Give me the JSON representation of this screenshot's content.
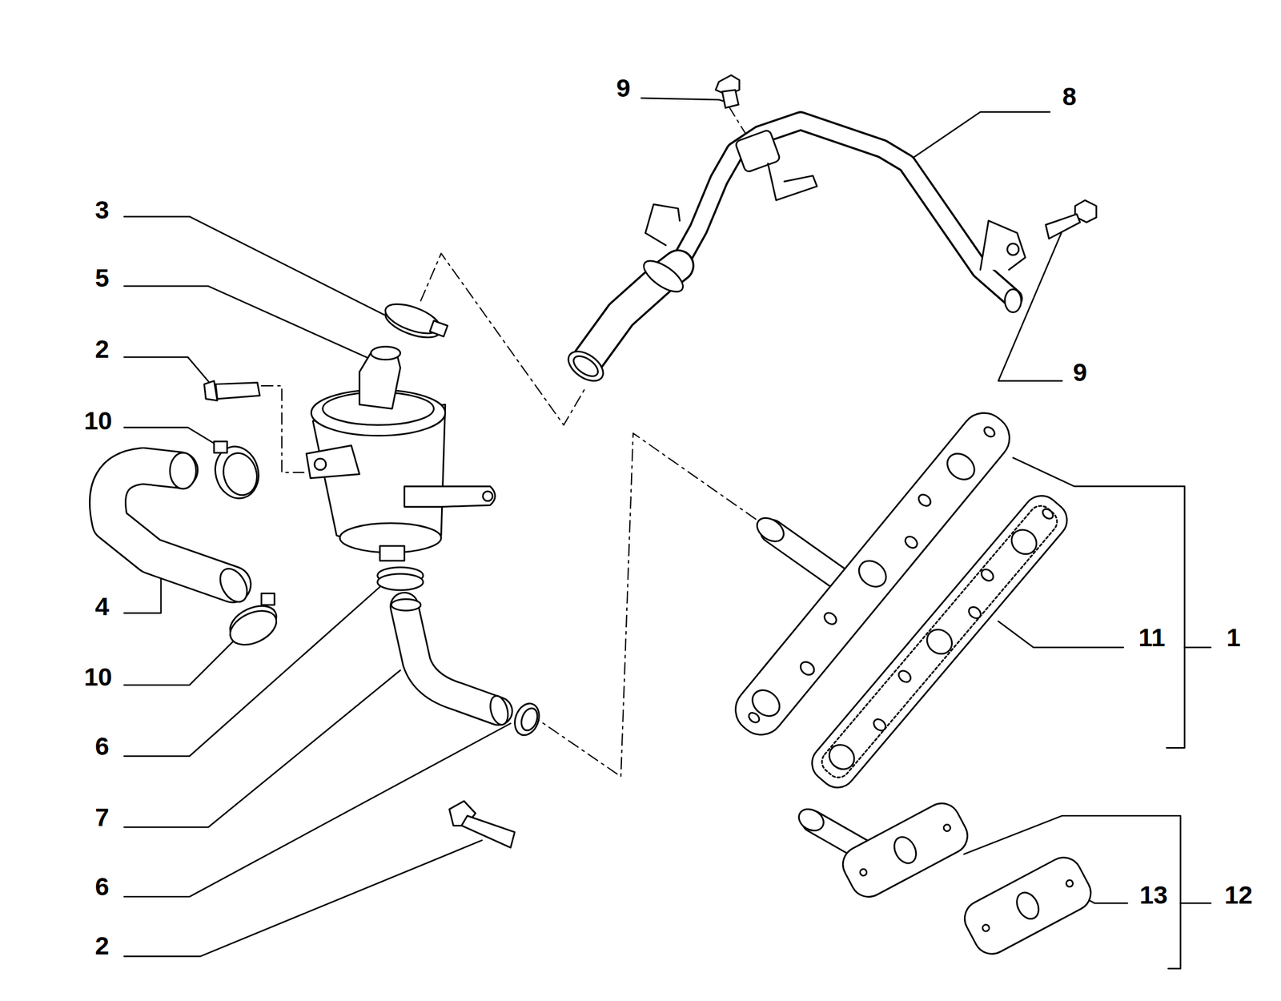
{
  "diagram": {
    "labels": [
      "9",
      "8",
      "3",
      "5",
      "2",
      "9",
      "10",
      "4",
      "11",
      "1",
      "10",
      "6",
      "7",
      "6",
      "13",
      "12",
      "2"
    ]
  }
}
